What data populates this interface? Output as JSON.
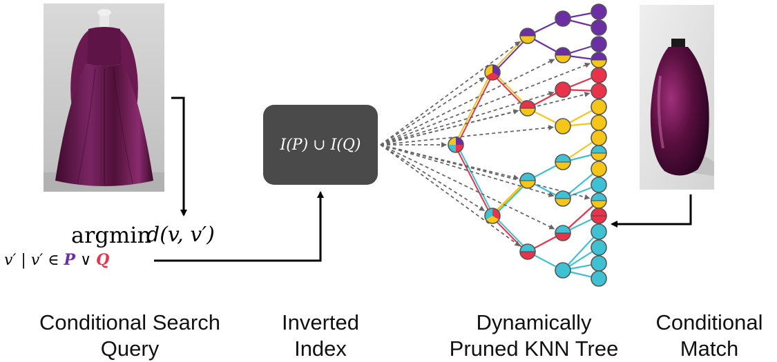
{
  "query": {
    "argmin": "argmin",
    "distance": "d(v, v′)",
    "constraint_prefix": "v′ | v′ ∈ ",
    "p": "P",
    "or": " ∨ ",
    "q": "Q",
    "p_color": "#6b2fa3",
    "q_color": "#e8334a"
  },
  "index_box": {
    "label": "I(P) ∪ I(Q)",
    "fill": "#4a4a4a"
  },
  "tree": {
    "colors": {
      "purple": "#6b2fa3",
      "yellow": "#f5c518",
      "red": "#e8334a",
      "cyan": "#3ec1d3"
    }
  },
  "images": {
    "query_image": "purple satin dress",
    "match_image": "purple glass vase"
  },
  "captions": {
    "query": [
      "Conditional Search",
      "Query"
    ],
    "index": [
      "Inverted",
      "Index"
    ],
    "tree": [
      "Dynamically",
      "Pruned KNN Tree"
    ],
    "match": [
      "Conditional",
      "Match"
    ]
  }
}
